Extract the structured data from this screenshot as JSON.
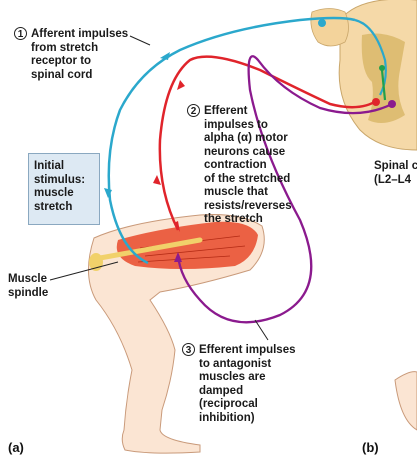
{
  "labels": {
    "step1": {
      "number": "1",
      "lines": [
        "Afferent impulses",
        "from stretch",
        "receptor to",
        "spinal cord"
      ]
    },
    "step2": {
      "number": "2",
      "lines": [
        "Efferent",
        "impulses to",
        "alpha (α) motor",
        "neurons cause",
        "contraction",
        "of the stretched",
        "muscle that",
        "resists/reverses",
        "the stretch"
      ]
    },
    "step3": {
      "number": "3",
      "lines": [
        "Efferent impulses",
        "to antagonist",
        "muscles are",
        "damped",
        "(reciprocal",
        "inhibition)"
      ]
    },
    "initial_stimulus": [
      "Initial",
      "stimulus:",
      "muscle",
      "stretch"
    ],
    "muscle_spindle": [
      "Muscle",
      "spindle"
    ],
    "spinal_cord": [
      "Spinal c",
      "(L2–L4"
    ],
    "panel_a": "(a)",
    "panel_b": "(b)"
  },
  "colors": {
    "afferent": "#2ba8cc",
    "efferent": "#e0242b",
    "inhibitory": "#8b1a8e",
    "muscle": "#e84a2a",
    "skin": "#fbe5d3",
    "spinal_cord": "#f5d9a8",
    "grey_matter": "#d9b76a",
    "interneuron": "#22a04a",
    "box_fill": "#dde9f3"
  }
}
